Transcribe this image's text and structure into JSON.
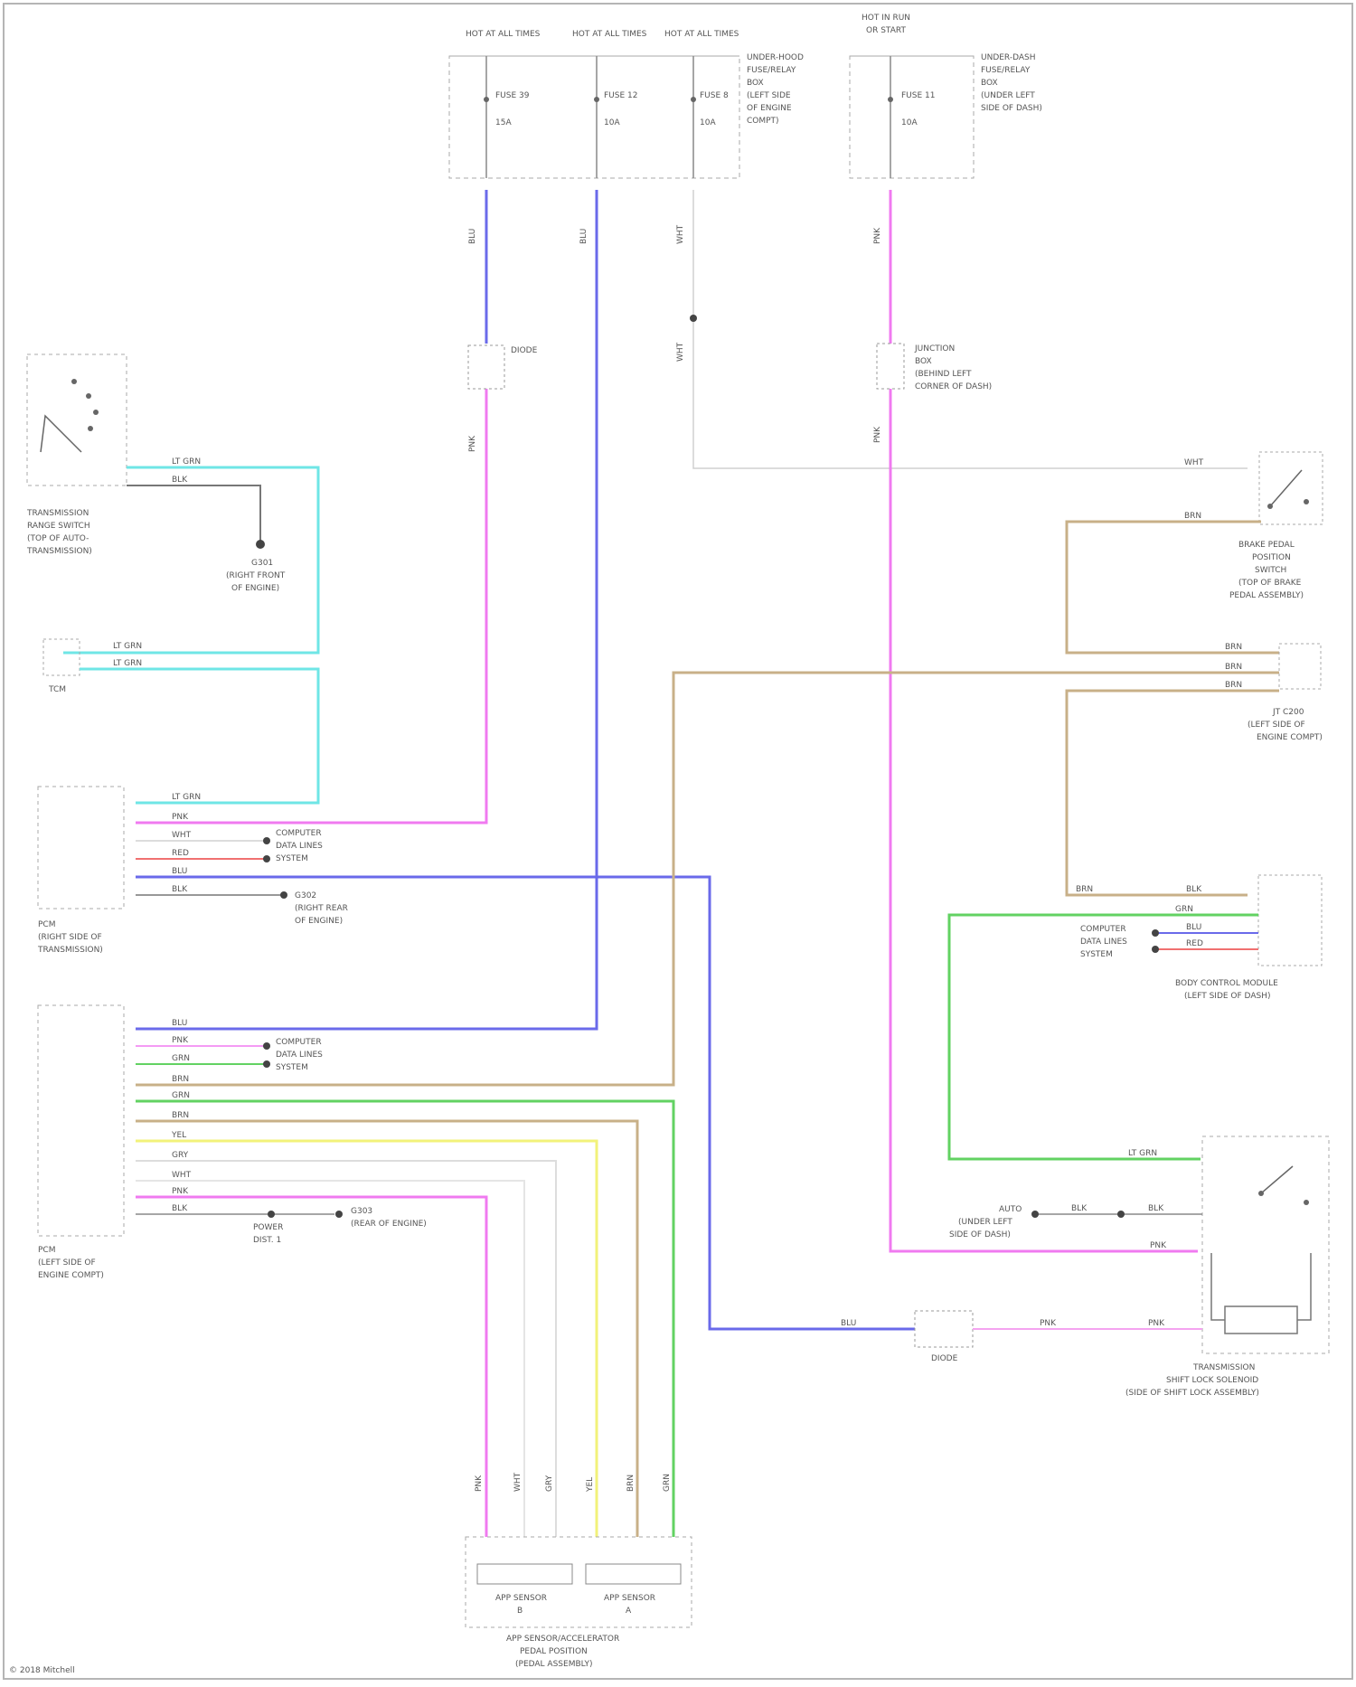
{
  "fuse_boxes": {
    "left": {
      "hot_labels": [
        "HOT AT ALL TIMES",
        "HOT AT ALL TIMES",
        "HOT AT ALL TIMES"
      ],
      "fuses": [
        {
          "name": "FUSE 39",
          "rating": "15A"
        },
        {
          "name": "FUSE 12",
          "rating": "10A"
        },
        {
          "name": "FUSE 8",
          "rating": "10A"
        }
      ],
      "caption": [
        "UNDER-HOOD",
        "FUSE/RELAY",
        "BOX",
        "(LEFT SIDE",
        "OF ENGINE",
        "COMPT)"
      ]
    },
    "right": {
      "hot_label": [
        "HOT IN RUN",
        "OR START"
      ],
      "fuse": {
        "name": "FUSE 11",
        "rating": "10A"
      },
      "caption": [
        "UNDER-DASH",
        "FUSE/RELAY",
        "BOX",
        "(UNDER LEFT",
        "SIDE OF DASH)"
      ]
    }
  },
  "wire_labels": {
    "blu": "BLU",
    "wht": "WHT",
    "pnk": "PNK",
    "ltgrn": "LT GRN",
    "brn": "BRN",
    "grn": "GRN",
    "red": "RED",
    "blk": "BLK",
    "yel": "YEL",
    "gry": "GRY"
  },
  "components": {
    "diode": "DIODE",
    "junction": [
      "JUNCTION",
      "BOX",
      "(BEHIND LEFT",
      "CORNER OF DASH)"
    ],
    "trans_range": [
      "TRANSMISSION",
      "RANGE SWITCH",
      "(TOP OF AUTO-",
      "TRANSMISSION)"
    ],
    "ground_left": [
      "G301",
      "(RIGHT FRONT",
      "OF ENGINE)"
    ],
    "tcm": "TCM",
    "pcm_upper": [
      "PCM",
      "(RIGHT SIDE OF",
      "TRANSMISSION)"
    ],
    "pcm_lower": [
      "PCM",
      "(LEFT SIDE OF",
      "ENGINE COMPT)"
    ],
    "ground_mid": [
      "G302",
      "(RIGHT REAR",
      "OF ENGINE)"
    ],
    "computer_data_lines": [
      "COMPUTER",
      "DATA LINES",
      "SYSTEM"
    ],
    "computer_data_lines_right": [
      "COMPUTER",
      "DATA LINES",
      "SYSTEM"
    ],
    "brake_switch": [
      "BRAKE PEDAL",
      "POSITION",
      "SWITCH",
      "(TOP OF BRAKE",
      "PEDAL ASSEMBLY)"
    ],
    "jt_conn": [
      "JT C200",
      "(LEFT SIDE OF",
      "ENGINE COMPT)"
    ],
    "body_control": [
      "BODY CONTROL MODULE",
      "(LEFT SIDE OF DASH)"
    ],
    "interlock_solenoid": [
      "TRANSMISSION",
      "SHIFT LOCK SOLENOID",
      "(SIDE OF SHIFT LOCK ASSEMBLY)"
    ],
    "interlock_label": [
      "AUTO",
      "(UNDER LEFT",
      "SIDE OF DASH)"
    ],
    "diode2": "DIODE",
    "ground_bottom": [
      "G303",
      "(REAR OF ENGINE)"
    ],
    "power_dist": [
      "POWER",
      "DIST. 1"
    ],
    "aps_sensor_a": [
      "APP SENSOR",
      "A"
    ],
    "aps_sensor_b": [
      "APP SENSOR",
      "B"
    ],
    "aps_assembly": [
      "APP SENSOR/ACCELERATOR",
      "PEDAL POSITION",
      "(PEDAL ASSEMBLY)"
    ],
    "corner_credit": "© 2018 Mitchell"
  }
}
